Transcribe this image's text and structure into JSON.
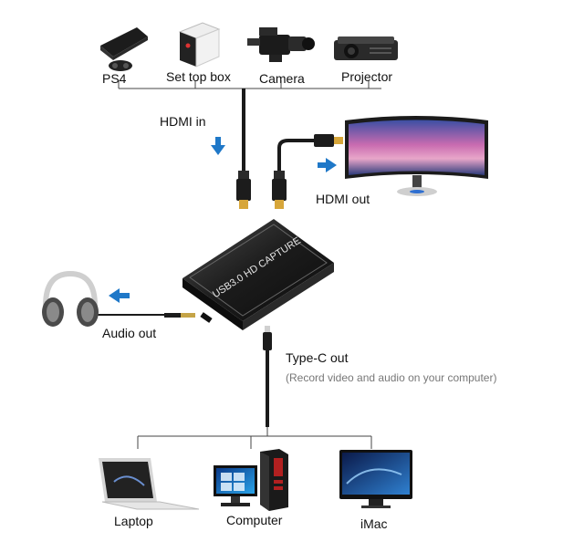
{
  "sources": {
    "ps4": "PS4",
    "set_top_box": "Set top box",
    "camera": "Camera",
    "projector": "Projector"
  },
  "hdmi_in": "HDMI in",
  "hdmi_out": "HDMI out",
  "device_label": "USB3.0 HD CAPTURE",
  "audio_out": "Audio out",
  "type_c": {
    "title": "Type-C out",
    "note": "(Record video and audio on your computer)"
  },
  "targets": {
    "laptop": "Laptop",
    "computer": "Computer",
    "imac": "iMac"
  },
  "colors": {
    "arrow": "#1f78c8",
    "cable": "#1a1a1a",
    "line": "#444444"
  }
}
